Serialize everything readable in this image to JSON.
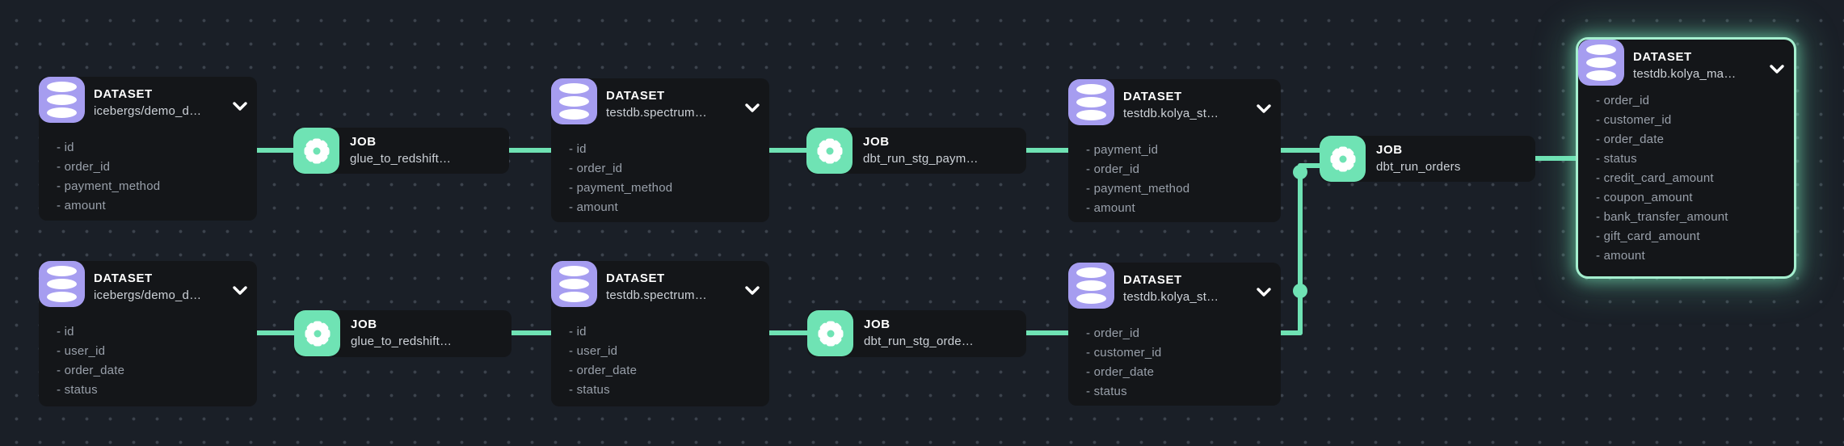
{
  "view": "data-lineage-graph",
  "colors": {
    "canvas_bg": "#1a1f27",
    "grid_dot": "#3c434d",
    "node_bg": "#141619",
    "dataset_icon_bg": "#a69df0",
    "job_icon_bg": "#6fe3b4",
    "edge": "#6fe2b4",
    "selection_glow": "#a5efcf",
    "kind_text": "#ffffff",
    "name_text": "#ccd1d7",
    "field_text": "#99a0aa"
  },
  "icons": {
    "dataset": "database-icon",
    "job": "gear-icon",
    "expander": "chevron-down-icon"
  },
  "nodes": [
    {
      "kind": "DATASET",
      "name": "icebergs/demo_d…",
      "fields": [
        "id",
        "order_id",
        "payment_method",
        "amount"
      ],
      "selected": false
    },
    {
      "kind": "JOB",
      "name": "glue_to_redshift…"
    },
    {
      "kind": "DATASET",
      "name": "testdb.spectrum…",
      "fields": [
        "id",
        "order_id",
        "payment_method",
        "amount"
      ],
      "selected": false
    },
    {
      "kind": "JOB",
      "name": "dbt_run_stg_paym…"
    },
    {
      "kind": "DATASET",
      "name": "testdb.kolya_st…",
      "fields": [
        "payment_id",
        "order_id",
        "payment_method",
        "amount"
      ],
      "selected": false
    },
    {
      "kind": "JOB",
      "name": "dbt_run_orders"
    },
    {
      "kind": "DATASET",
      "name": "testdb.kolya_ma…",
      "fields": [
        "order_id",
        "customer_id",
        "order_date",
        "status",
        "credit_card_amount",
        "coupon_amount",
        "bank_transfer_amount",
        "gift_card_amount",
        "amount"
      ],
      "selected": true
    },
    {
      "kind": "DATASET",
      "name": "icebergs/demo_d…",
      "fields": [
        "id",
        "user_id",
        "order_date",
        "status"
      ],
      "selected": false
    },
    {
      "kind": "JOB",
      "name": "glue_to_redshift…"
    },
    {
      "kind": "DATASET",
      "name": "testdb.spectrum…",
      "fields": [
        "id",
        "user_id",
        "order_date",
        "status"
      ],
      "selected": false
    },
    {
      "kind": "JOB",
      "name": "dbt_run_stg_orde…"
    },
    {
      "kind": "DATASET",
      "name": "testdb.kolya_st…",
      "fields": [
        "order_id",
        "customer_id",
        "order_date",
        "status"
      ],
      "selected": false
    }
  ]
}
